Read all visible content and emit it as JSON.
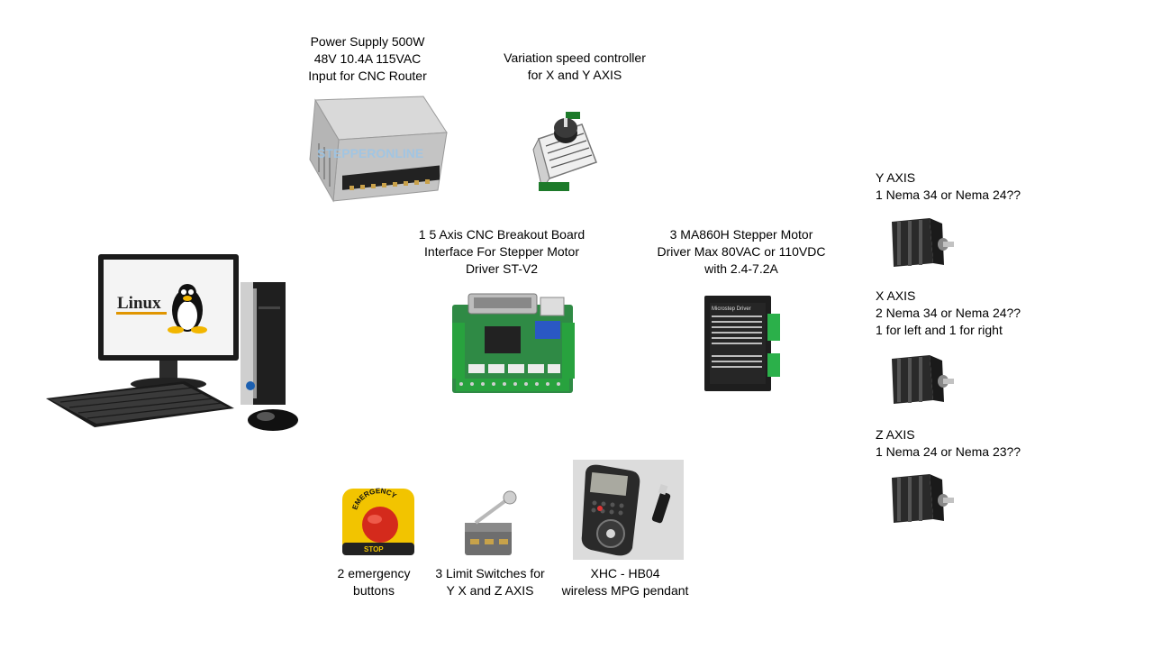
{
  "labels": {
    "power_supply": [
      "Power Supply 500W",
      "48V 10.4A 115VAC",
      "Input for CNC Router"
    ],
    "speed_controller": [
      "Variation speed controller",
      "for X and Y AXIS"
    ],
    "breakout_board": [
      "1 5 Axis CNC Breakout Board",
      "Interface For Stepper Motor",
      "Driver ST-V2"
    ],
    "stepper_driver": [
      "3 MA860H Stepper Motor",
      "Driver Max 80VAC or 110VDC",
      "with 2.4-7.2A"
    ],
    "y_axis": [
      "Y AXIS",
      "1 Nema 34 or Nema 24??"
    ],
    "x_axis": [
      "X AXIS",
      "2 Nema 34 or Nema 24??",
      "1 for left and 1 for right"
    ],
    "z_axis": [
      "Z AXIS",
      "1 Nema 24 or Nema 23??"
    ],
    "emergency": [
      "2 emergency",
      "buttons"
    ],
    "limit_switches": [
      "3 Limit Switches for",
      "Y X and Z AXIS"
    ],
    "pendant": [
      "XHC - HB04",
      "wireless MPG pendant"
    ]
  },
  "image_text": {
    "linux_logo": "Linux",
    "psu_watermark": "STEPPERONLINE",
    "emergency_text": "EMERGENCY",
    "emergency_bottom": "STOP",
    "driver_title": "Microstep Driver"
  },
  "icons": [
    "computer-icon",
    "power-supply-icon",
    "speed-controller-icon",
    "breakout-board-icon",
    "stepper-driver-icon",
    "stepper-motor-icon",
    "emergency-button-icon",
    "limit-switch-icon",
    "mpg-pendant-icon"
  ]
}
